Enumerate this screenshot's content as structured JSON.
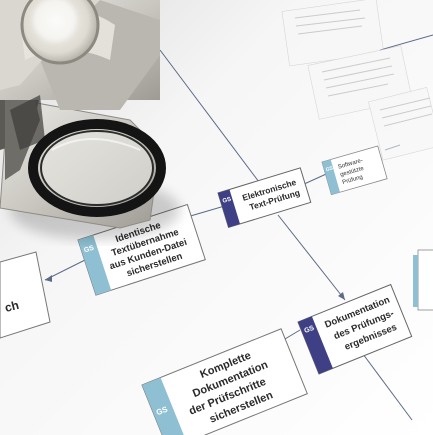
{
  "boxes": {
    "elektronische": {
      "tag": "GS",
      "line1": "Elektronische",
      "line2": "Text-Prüfung"
    },
    "software": {
      "tag": "GS",
      "line1": "Software-",
      "line2": "gestützte",
      "line3": "Prüfung"
    },
    "identische": {
      "tag": "GS",
      "line1": "Identische",
      "line2": "Textübernahme",
      "line3": "aus Kunden-Datei",
      "line4": "sicherstellen"
    },
    "dokumentation": {
      "tag": "GS",
      "line1": "Dokumentation",
      "line2": "des Prüfungs-",
      "line3": "ergebnisses"
    },
    "komplette": {
      "tag": "GS",
      "line1": "Komplette",
      "line2": "Dokumentation",
      "line3": "der Prüfschritte",
      "line4": "sicherstellen"
    },
    "left_partial": {
      "text": "ch"
    }
  },
  "colors": {
    "dark_blue": "#3f3f86",
    "light_blue": "#8ebfd3",
    "paper": "#f4f4f4",
    "metal": "#c7c5bd",
    "lens_ring": "#141414"
  }
}
